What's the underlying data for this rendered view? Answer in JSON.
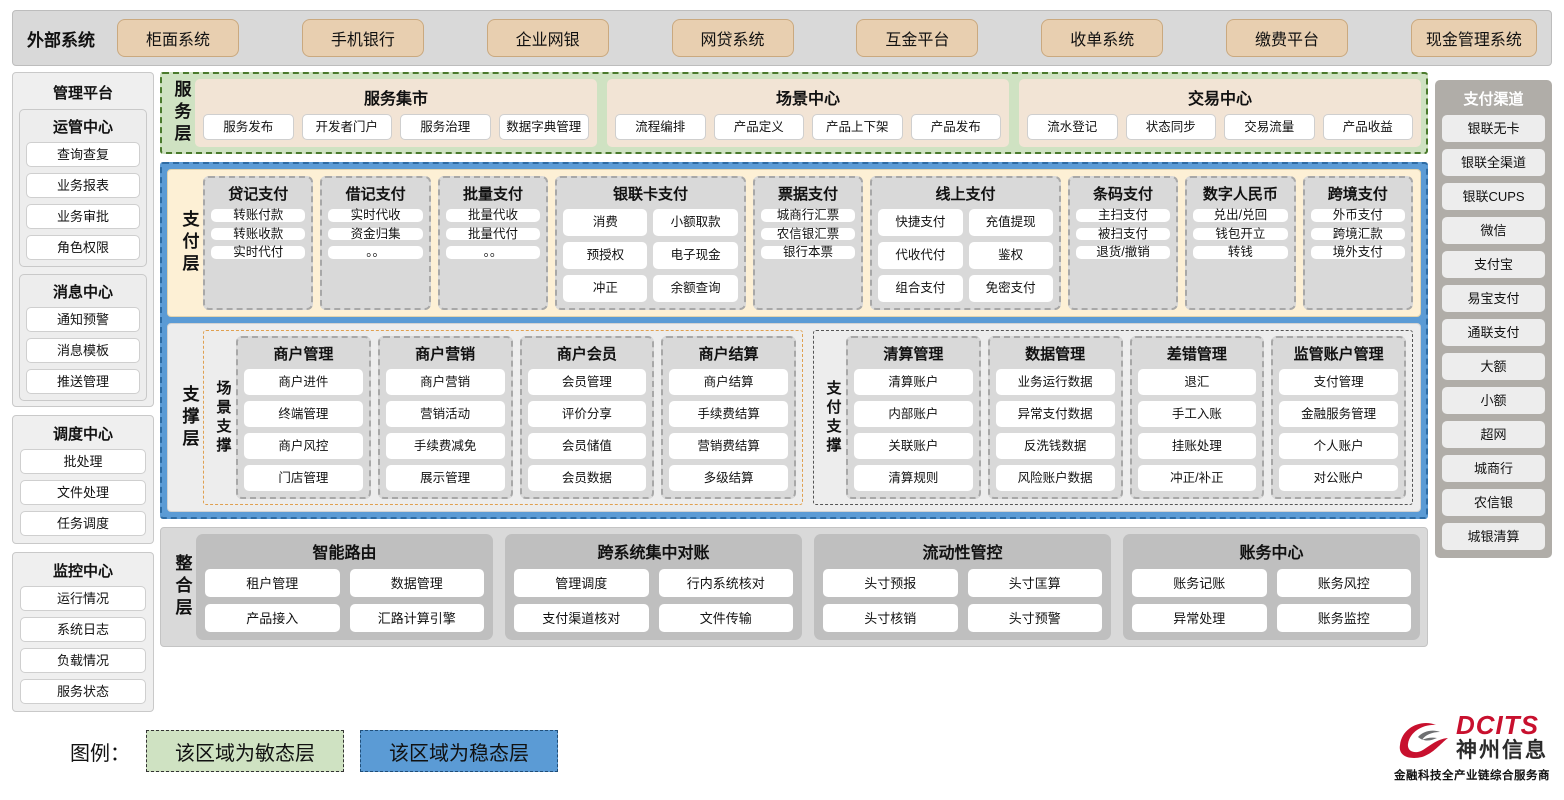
{
  "external": {
    "title": "外部系统",
    "items": [
      "柜面系统",
      "手机银行",
      "企业网银",
      "网贷系统",
      "互金平台",
      "收单系统",
      "缴费平台",
      "现金管理系统"
    ]
  },
  "management": {
    "title": "管理平台",
    "groups": [
      {
        "title": "运管中心",
        "items": [
          "查询查复",
          "业务报表",
          "业务审批",
          "角色权限"
        ]
      },
      {
        "title": "消息中心",
        "items": [
          "通知预警",
          "消息模板",
          "推送管理"
        ]
      }
    ],
    "blocks": [
      {
        "title": "调度中心",
        "items": [
          "批处理",
          "文件处理",
          "任务调度"
        ]
      },
      {
        "title": "监控中心",
        "items": [
          "运行情况",
          "系统日志",
          "负载情况",
          "服务状态"
        ]
      }
    ]
  },
  "service_layer": {
    "label": "服务层",
    "cards": [
      {
        "title": "服务集市",
        "items": [
          "服务发布",
          "开发者门户",
          "服务治理",
          "数据字典管理"
        ]
      },
      {
        "title": "场景中心",
        "items": [
          "流程编排",
          "产品定义",
          "产品上下架",
          "产品发布"
        ]
      },
      {
        "title": "交易中心",
        "items": [
          "流水登记",
          "状态同步",
          "交易流量",
          "产品收益"
        ]
      }
    ]
  },
  "payment_layer": {
    "label": "支付层",
    "groups": [
      {
        "title": "贷记支付",
        "cols": 1,
        "items": [
          "转账付款",
          "转账收款",
          "实时代付"
        ]
      },
      {
        "title": "借记支付",
        "cols": 1,
        "items": [
          "实时代收",
          "资金归集",
          "。。"
        ]
      },
      {
        "title": "批量支付",
        "cols": 1,
        "items": [
          "批量代收",
          "批量代付",
          "。。"
        ]
      },
      {
        "title": "银联卡支付",
        "cols": 2,
        "items": [
          "消费",
          "小额取款",
          "预授权",
          "电子现金",
          "冲正",
          "余额查询"
        ]
      },
      {
        "title": "票据支付",
        "cols": 1,
        "items": [
          "城商行汇票",
          "农信银汇票",
          "银行本票"
        ]
      },
      {
        "title": "线上支付",
        "cols": 2,
        "items": [
          "快捷支付",
          "充值提现",
          "代收代付",
          "鉴权",
          "组合支付",
          "免密支付"
        ]
      },
      {
        "title": "条码支付",
        "cols": 1,
        "items": [
          "主扫支付",
          "被扫支付",
          "退货/撤销"
        ]
      },
      {
        "title": "数字人民币",
        "cols": 1,
        "items": [
          "兑出/兑回",
          "钱包开立",
          "转钱"
        ]
      },
      {
        "title": "跨境支付",
        "cols": 1,
        "items": [
          "外币支付",
          "跨境汇款",
          "境外支付"
        ]
      }
    ]
  },
  "support_layer": {
    "label": "支撑层",
    "panels": [
      {
        "label": "场景支撑",
        "kind": "agile",
        "groups": [
          {
            "title": "商户管理",
            "items": [
              "商户进件",
              "终端管理",
              "商户风控",
              "门店管理"
            ]
          },
          {
            "title": "商户营销",
            "items": [
              "商户营销",
              "营销活动",
              "手续费减免",
              "展示管理"
            ]
          },
          {
            "title": "商户会员",
            "items": [
              "会员管理",
              "评价分享",
              "会员储值",
              "会员数据"
            ]
          },
          {
            "title": "商户结算",
            "items": [
              "商户结算",
              "手续费结算",
              "营销费结算",
              "多级结算"
            ]
          }
        ]
      },
      {
        "label": "支付支撑",
        "kind": "stable",
        "groups": [
          {
            "title": "清算管理",
            "items": [
              "清算账户",
              "内部账户",
              "关联账户",
              "清算规则"
            ]
          },
          {
            "title": "数据管理",
            "items": [
              "业务运行数据",
              "异常支付数据",
              "反洗钱数据",
              "风险账户数据"
            ]
          },
          {
            "title": "差错管理",
            "items": [
              "退汇",
              "手工入账",
              "挂账处理",
              "冲正/补正"
            ]
          },
          {
            "title": "监管账户管理",
            "items": [
              "支付管理",
              "金融服务管理",
              "个人账户",
              "对公账户"
            ]
          }
        ]
      }
    ]
  },
  "integration_layer": {
    "label": "整合层",
    "groups": [
      {
        "title": "智能路由",
        "rows": [
          [
            "租户管理",
            "数据管理"
          ],
          [
            "产品接入",
            "汇路计算引擎"
          ]
        ]
      },
      {
        "title": "跨系统集中对账",
        "rows": [
          [
            "管理调度",
            "行内系统核对"
          ],
          [
            "支付渠道核对",
            "文件传输"
          ]
        ]
      },
      {
        "title": "流动性管控",
        "rows": [
          [
            "头寸预报",
            "头寸匡算"
          ],
          [
            "头寸核销",
            "头寸预警"
          ]
        ]
      },
      {
        "title": "账务中心",
        "rows": [
          [
            "账务记账",
            "账务风控"
          ],
          [
            "异常处理",
            "账务监控"
          ]
        ]
      }
    ]
  },
  "channels": {
    "title": "支付渠道",
    "items": [
      "银联无卡",
      "银联全渠道",
      "银联CUPS",
      "微信",
      "支付宝",
      "易宝支付",
      "通联支付",
      "大额",
      "小额",
      "超网",
      "城商行",
      "农信银",
      "城银清算"
    ]
  },
  "legend": {
    "label": "图例：",
    "agile": "该区域为敏态层",
    "stable": "该区域为稳态层",
    "agile_color": "#cfe2c2",
    "stable_color": "#5b9bd5"
  },
  "logo": {
    "brand": "DCITS",
    "brand_cn": "神州信息",
    "tagline": "金融科技全产业链综合服务商",
    "brand_color": "#c8102e"
  }
}
